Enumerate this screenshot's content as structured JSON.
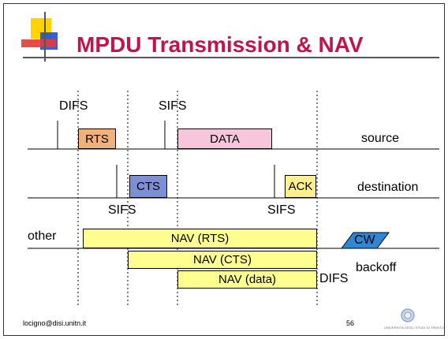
{
  "slide": {
    "title": "MPDU Transmission & NAV",
    "footer_email": "locigno@disi.unitn.it",
    "page_number": "56",
    "university": "UNIVERSITÀ DEGLI STUDI DI TRENTO"
  },
  "diagram": {
    "labels": {
      "difs_top": "DIFS",
      "sifs_top": "SIFS",
      "sifs_left": "SIFS",
      "sifs_right": "SIFS",
      "difs_bottom": "DIFS",
      "other": "other",
      "backoff": "backoff",
      "source": "source",
      "destination": "destination"
    },
    "frames": {
      "rts": "RTS",
      "data": "DATA",
      "cts": "CTS",
      "ack": "ACK",
      "cw": "CW"
    },
    "nav": {
      "rts": "NAV (RTS)",
      "cts": "NAV (CTS)",
      "data": "NAV (data)"
    },
    "colors": {
      "title": "#c0144a",
      "rts_fill": "#f0b27a",
      "data_fill": "#f7c6dc",
      "cts_fill": "#7d8fd6",
      "ack_fill": "#fff08a",
      "nav_fill": "#ffff8f",
      "cw_fill": "#2f86d6",
      "logo_yellow": "#ffd200",
      "logo_blue": "#1f4fd6",
      "logo_red": "#e53a3a"
    }
  }
}
